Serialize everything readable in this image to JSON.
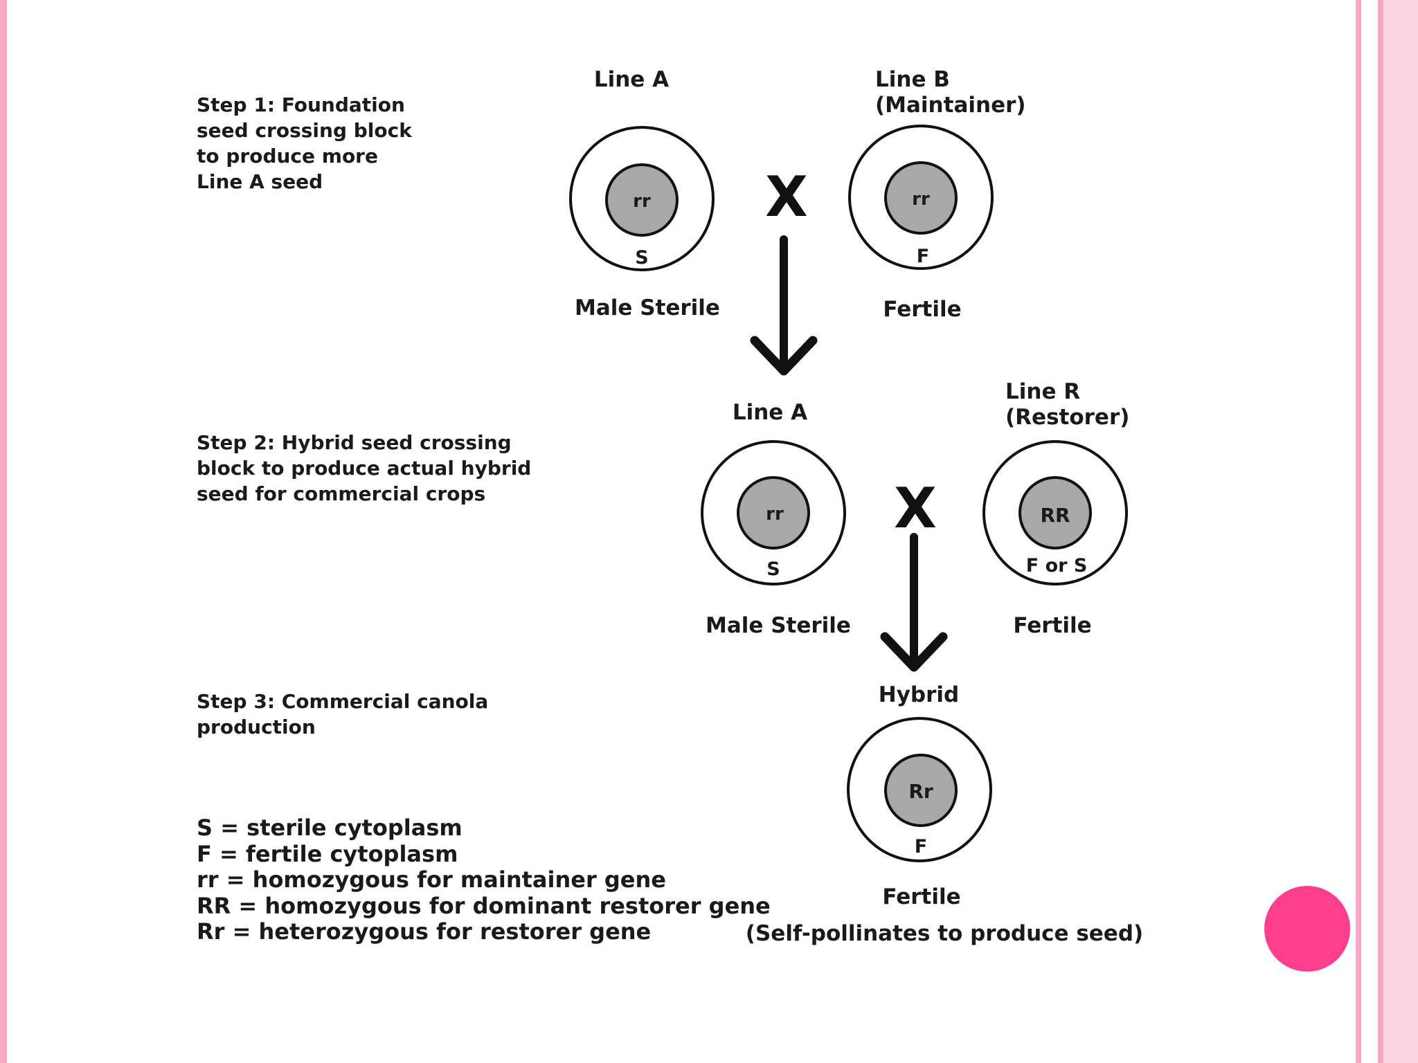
{
  "colors": {
    "frame_pink": "#f6a8c4",
    "frame_light": "#fbd4e2",
    "accent_dot": "#ff3e8e",
    "nucleus_fill": "#a8a8a8",
    "ink": "#1a1a1a"
  },
  "steps": [
    {
      "text": "Step 1: Foundation\nseed crossing block\nto produce more\nLine A seed"
    },
    {
      "text": "Step 2: Hybrid seed crossing\nblock to produce actual hybrid\nseed for commercial crops"
    },
    {
      "text": "Step 3: Commercial canola\nproduction"
    }
  ],
  "cross_symbol": "X",
  "cells": [
    {
      "id": "step1-line-a",
      "title": [
        "Line A"
      ],
      "genotype": "rr",
      "cytoplasm": "S",
      "phenotype": "Male Sterile"
    },
    {
      "id": "step1-line-b",
      "title": [
        "Line B",
        "(Maintainer)"
      ],
      "genotype": "rr",
      "cytoplasm": "F",
      "phenotype": "Fertile"
    },
    {
      "id": "step2-line-a",
      "title": [
        "Line A"
      ],
      "genotype": "rr",
      "cytoplasm": "S",
      "phenotype": "Male Sterile"
    },
    {
      "id": "step2-line-r",
      "title": [
        "Line R",
        "(Restorer)"
      ],
      "genotype": "RR",
      "cytoplasm": "F or S",
      "phenotype": "Fertile"
    },
    {
      "id": "step3-hybrid",
      "title": [
        "Hybrid"
      ],
      "genotype": "Rr",
      "cytoplasm": "F",
      "phenotype": "Fertile",
      "note": "(Self-pollinates to produce seed)"
    }
  ],
  "legend": [
    "S = sterile cytoplasm",
    "F = fertile cytoplasm",
    "rr = homozygous for maintainer gene",
    "RR = homozygous for dominant restorer gene",
    "Rr = heterozygous for restorer gene"
  ]
}
